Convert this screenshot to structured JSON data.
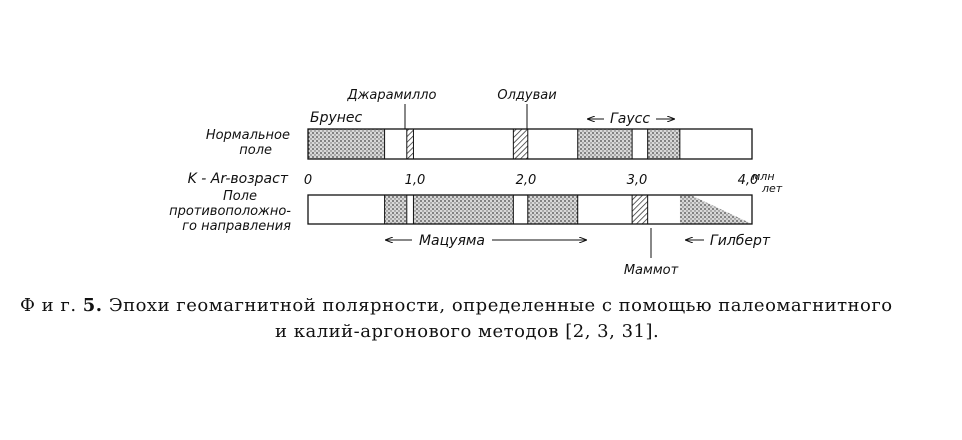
{
  "diagram": {
    "axis": {
      "label": "K - Ar-возраст",
      "min": 0,
      "max": 4.0,
      "ticks": [
        {
          "value": 0,
          "label": "0"
        },
        {
          "value": 1.0,
          "label": "1,0"
        },
        {
          "value": 2.0,
          "label": "2,0"
        },
        {
          "value": 3.0,
          "label": "3,0"
        },
        {
          "value": 4.0,
          "label": "4,0"
        }
      ],
      "unit_line1": "млн",
      "unit_line2": "лет"
    },
    "normal_row": {
      "label_lines": [
        "Нормальное",
        "поле"
      ],
      "segments": [
        {
          "start": 0.0,
          "end": 0.69,
          "kind": "dotted"
        },
        {
          "start": 0.89,
          "end": 0.95,
          "kind": "hatched"
        },
        {
          "start": 1.85,
          "end": 1.98,
          "kind": "hatched"
        },
        {
          "start": 2.43,
          "end": 2.92,
          "kind": "dotted"
        },
        {
          "start": 3.06,
          "end": 3.35,
          "kind": "dotted"
        }
      ]
    },
    "reversed_row": {
      "label_lines": [
        "Поле",
        "противоположно-",
        "го направления"
      ],
      "segments": [
        {
          "start": 0.69,
          "end": 0.89,
          "kind": "dotted"
        },
        {
          "start": 0.95,
          "end": 1.85,
          "kind": "dotted"
        },
        {
          "start": 1.98,
          "end": 2.43,
          "kind": "dotted"
        },
        {
          "start": 2.92,
          "end": 3.06,
          "kind": "hatched"
        },
        {
          "start": 3.35,
          "end": 4.0,
          "kind": "fade"
        }
      ]
    },
    "events": {
      "brunhes": "Брунес",
      "jaramillo": "Джарамилло",
      "olduvai": "Олдуваи",
      "gauss": "Гаусс",
      "matuyama": "Мацуяма",
      "mammoth": "Маммот",
      "gilbert": "Гилберт"
    }
  },
  "caption": {
    "fig_label": "Ф и г.",
    "fig_number": "5.",
    "line1_text": "Эпохи геомагнитной полярности, определенные с помощью палеомагнитного",
    "line2_text": "и калий-аргонового методов [2, 3, 31]."
  }
}
